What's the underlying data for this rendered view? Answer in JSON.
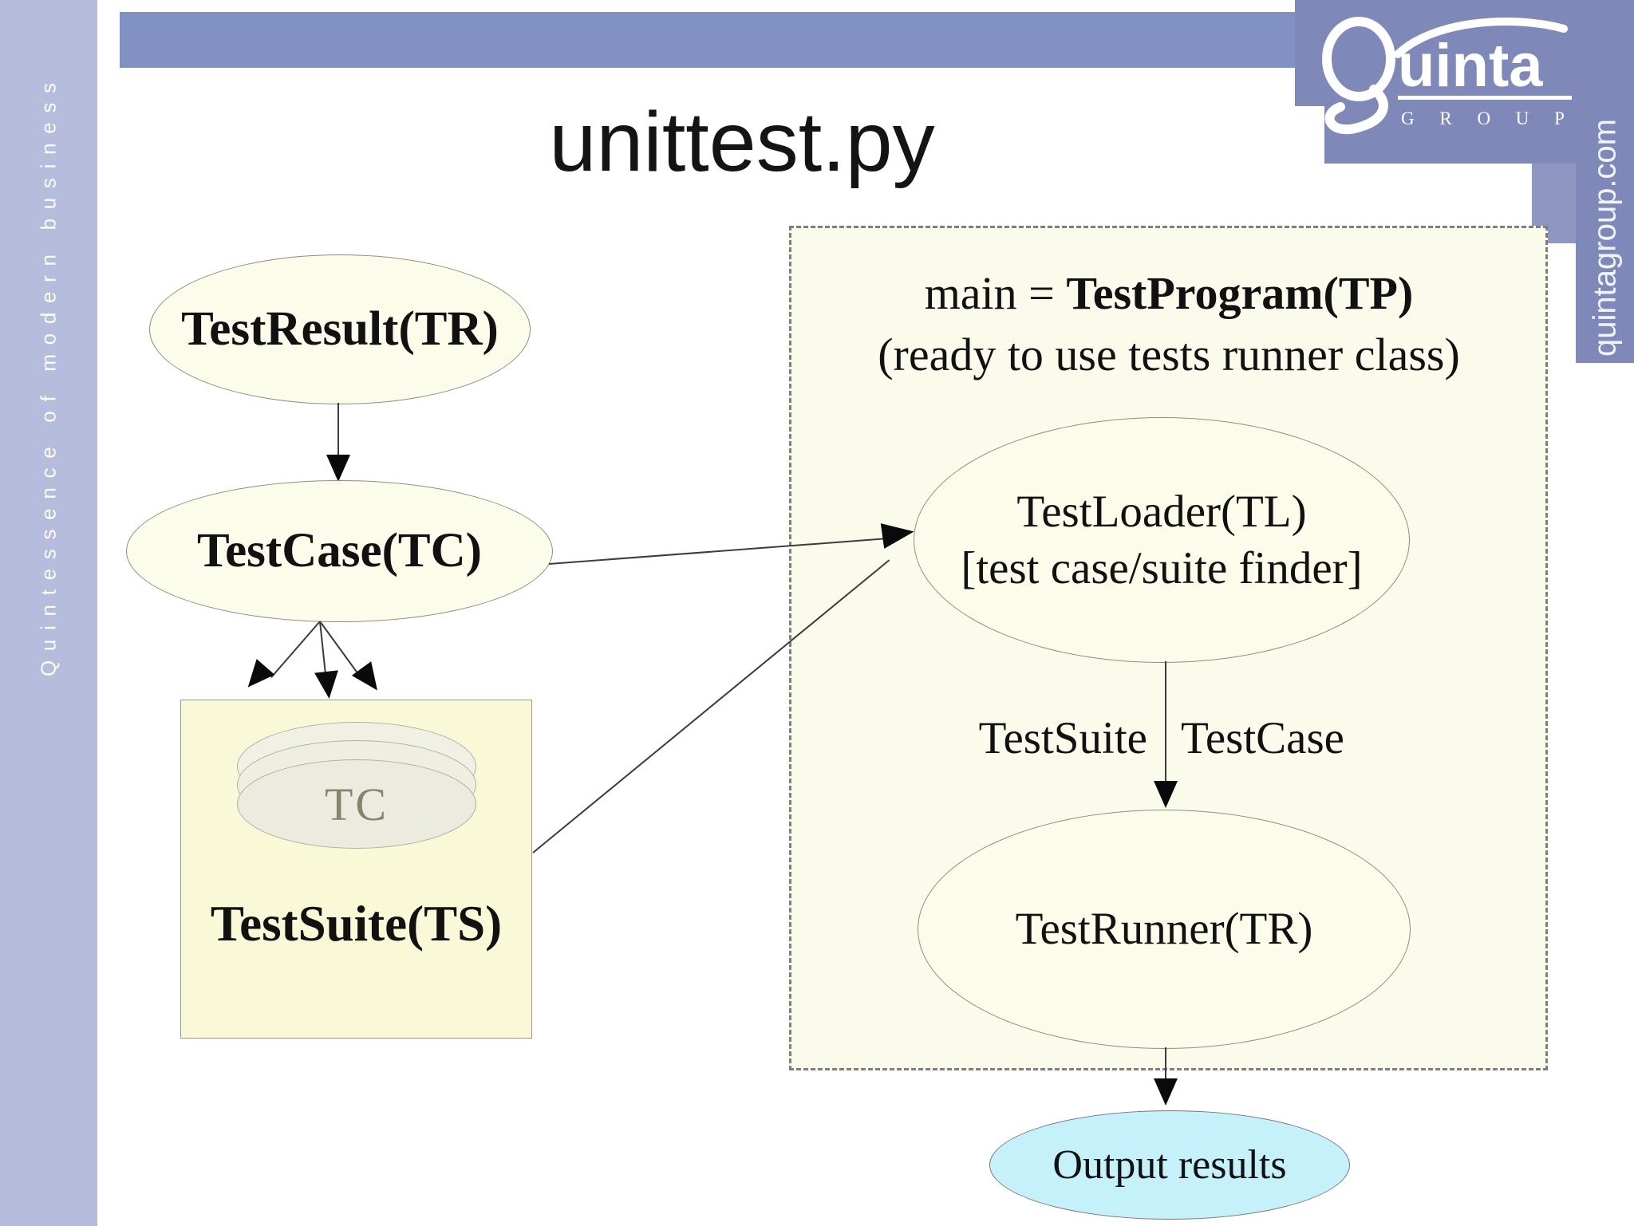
{
  "sidebar": {
    "tagline": "Quintessence of modern business"
  },
  "header": {
    "title": "unittest.py"
  },
  "logo": {
    "brand_q": "Q",
    "brand_rest": "uinta",
    "brand_sub": "G R O U P",
    "website": "quintagroup.com"
  },
  "diagram": {
    "test_result": "TestResult(TR)",
    "test_case": "TestCase(TC)",
    "tc_stack": "TC",
    "test_suite": "TestSuite(TS)",
    "program": {
      "prefix": "main = ",
      "bold": "TestProgram(TP)",
      "subtitle": "(ready to use tests runner class)"
    },
    "test_loader_line1": "TestLoader(TL)",
    "test_loader_line2": "[test case/suite finder]",
    "edge_label_left": "TestSuite",
    "edge_label_right": "TestCase",
    "test_runner": "TestRunner(TR)",
    "output": "Output results"
  },
  "colors": {
    "top_bar": "#8291c3",
    "logo_panel": "#7e89ba",
    "sidebar": "#b6bcdb",
    "node_fill": "#fcfcea",
    "suite_box_fill": "#f9f9d8",
    "dashed_box_fill": "#fbfbec",
    "output_fill": "#c5f1fa"
  }
}
